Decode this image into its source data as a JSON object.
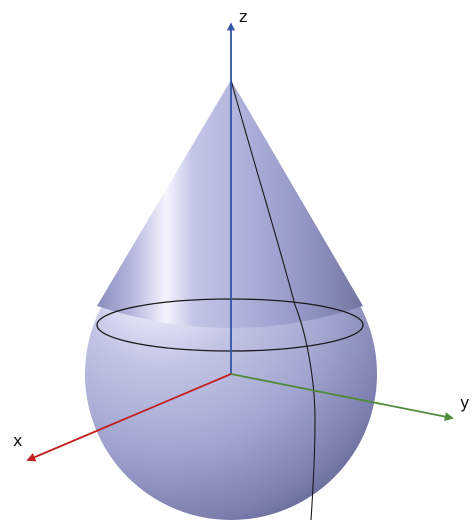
{
  "axes": {
    "z": {
      "label": "z",
      "color": "#2f55a4"
    },
    "y": {
      "label": "y",
      "color": "#4e8a3a"
    },
    "x": {
      "label": "x",
      "color": "#c0201e"
    }
  },
  "solid": {
    "shape": "cone atop sphere (teardrop)",
    "base_color": "#b9bbe0",
    "edge_color": "#1a1a1a"
  }
}
